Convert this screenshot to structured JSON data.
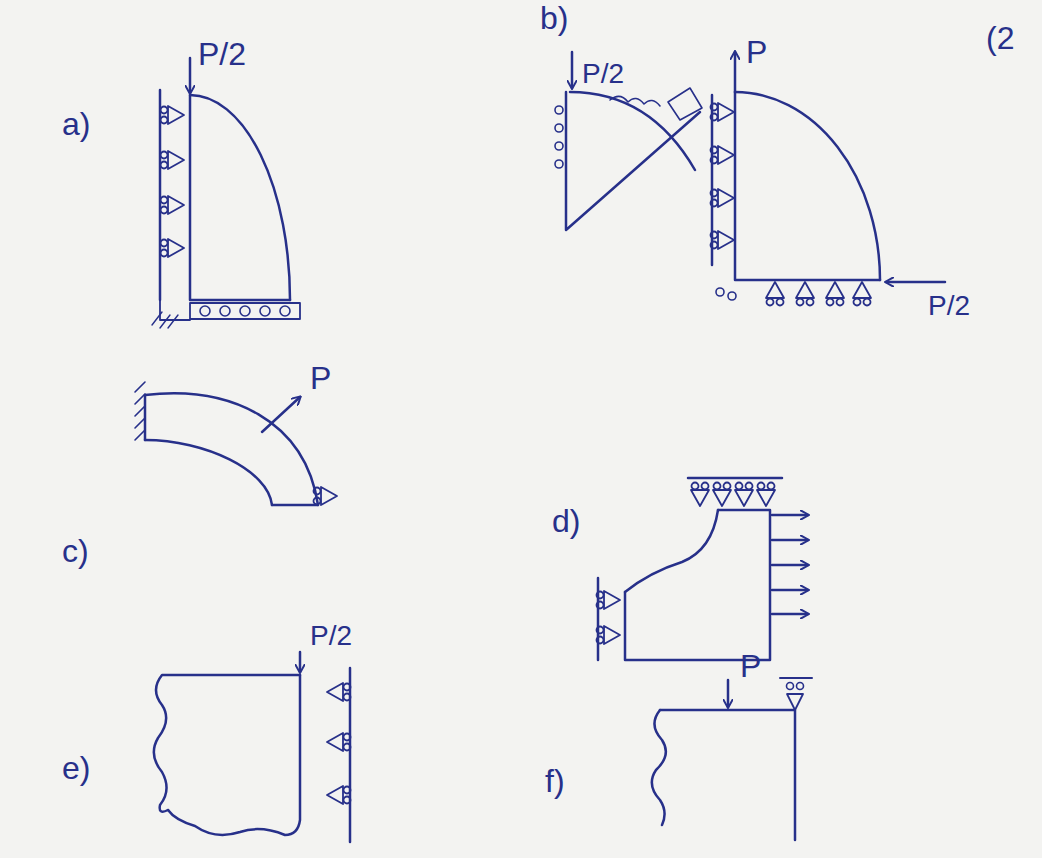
{
  "diagram": {
    "labels": [
      "(2",
      "a)",
      "P/2",
      "b)",
      "P/2",
      "P",
      "P/2",
      "c)",
      "P",
      "d)",
      "e)",
      "P/2",
      "f)",
      "P"
    ]
  }
}
